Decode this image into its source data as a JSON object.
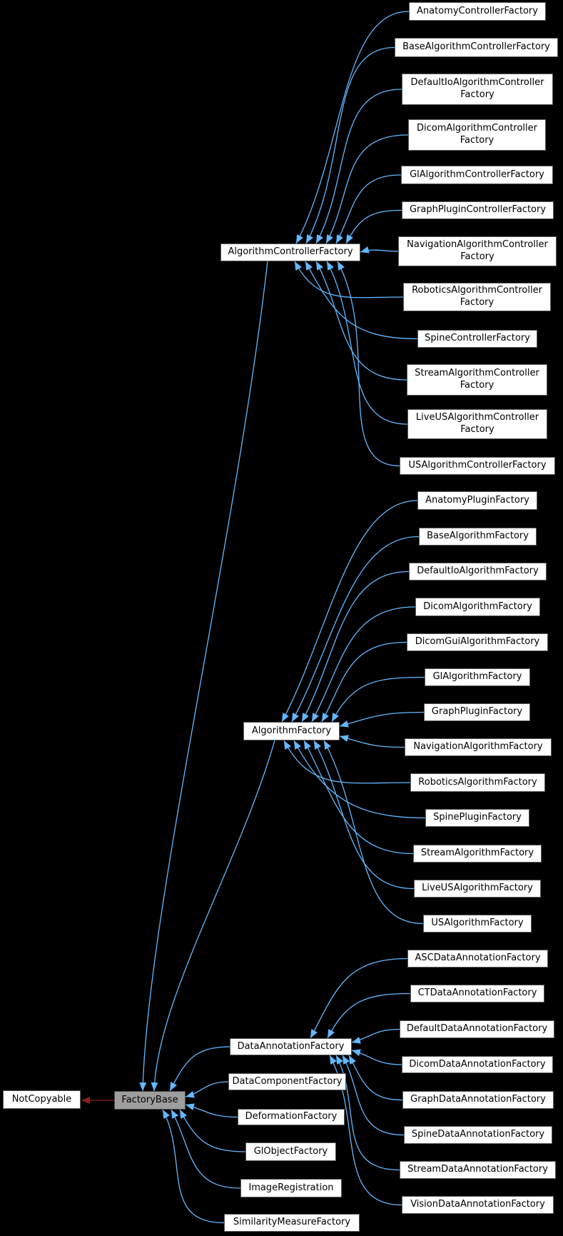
{
  "diagram": {
    "kind": "class-inheritance-graph",
    "colors": {
      "background": "#000000",
      "inheritance_edge": "#63b8ff",
      "private_inheritance_edge": "#8b1e1e",
      "node_fill": "#ffffff",
      "node_border": "#5a5a5a",
      "focus_node_fill": "#9e9e9e",
      "text": "#000000"
    },
    "root": {
      "label": "NotCopyable"
    },
    "focus": {
      "label": "FactoryBase"
    },
    "hubs": [
      {
        "label": "AlgorithmControllerFactory",
        "children": [
          "AnatomyControllerFactory",
          "BaseAlgorithmControllerFactory",
          "DefaultIoAlgorithmController\nFactory",
          "DicomAlgorithmController\nFactory",
          "GlAlgorithmControllerFactory",
          "GraphPluginControllerFactory",
          "NavigationAlgorithmController\nFactory",
          "RoboticsAlgorithmController\nFactory",
          "SpineControllerFactory",
          "StreamAlgorithmController\nFactory",
          "LiveUSAlgorithmController\nFactory",
          "USAlgorithmControllerFactory"
        ]
      },
      {
        "label": "AlgorithmFactory",
        "children": [
          "AnatomyPluginFactory",
          "BaseAlgorithmFactory",
          "DefaultIoAlgorithmFactory",
          "DicomAlgorithmFactory",
          "DicomGuiAlgorithmFactory",
          "GlAlgorithmFactory",
          "GraphPluginFactory",
          "NavigationAlgorithmFactory",
          "RoboticsAlgorithmFactory",
          "SpinePluginFactory",
          "StreamAlgorithmFactory",
          "LiveUSAlgorithmFactory",
          "USAlgorithmFactory"
        ]
      },
      {
        "label": "DataAnnotationFactory",
        "children": [
          "ASCDataAnnotationFactory",
          "CTDataAnnotationFactory",
          "DefaultDataAnnotationFactory",
          "DicomDataAnnotationFactory",
          "GraphDataAnnotationFactory",
          "SpineDataAnnotationFactory",
          "StreamDataAnnotationFactory",
          "VisionDataAnnotationFactory"
        ]
      }
    ],
    "factory_base_children": [
      "DataComponentFactory",
      "DeformationFactory",
      "GlObjectFactory",
      "ImageRegistration",
      "SimilarityMeasureFactory"
    ]
  }
}
